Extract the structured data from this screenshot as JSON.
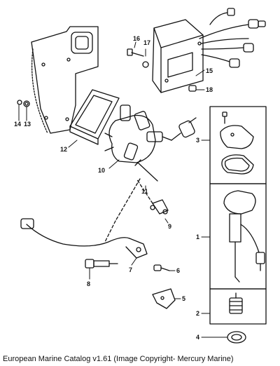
{
  "callouts": [
    "1",
    "2",
    "3",
    "4",
    "5",
    "6",
    "7",
    "8",
    "9",
    "10",
    "11",
    "12",
    "13",
    "14",
    "15",
    "16",
    "17",
    "18"
  ],
  "caption": "European Marine Catalog v1.61 (Image Copyright- Mercury Marine)"
}
